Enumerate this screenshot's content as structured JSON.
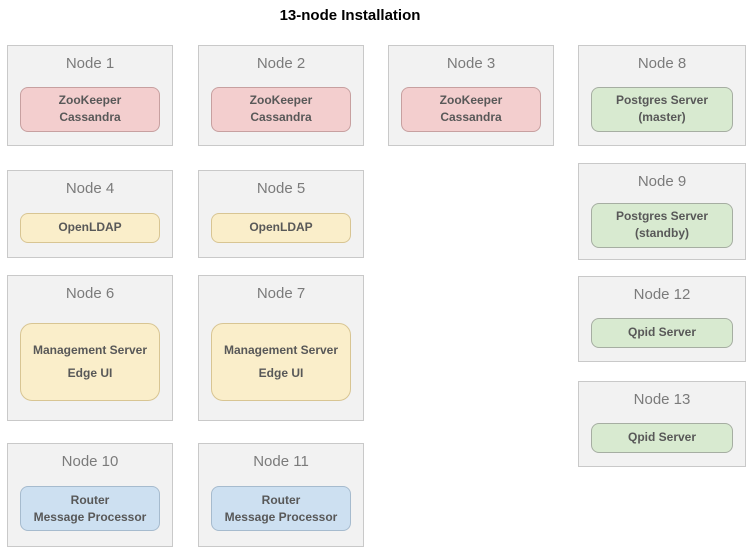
{
  "title": "13-node Installation",
  "palette": {
    "pink": {
      "bg": "#f3cece",
      "border": "#c7a0a0"
    },
    "yellow": {
      "bg": "#faeeca",
      "border": "#d8c593"
    },
    "green": {
      "bg": "#d8ead0",
      "border": "#a6aea2"
    },
    "blue": {
      "bg": "#cde0f1",
      "border": "#a6bbce"
    }
  },
  "nodes": [
    {
      "label": "Node 1",
      "lines": [
        "ZooKeeper",
        "Cassandra"
      ]
    },
    {
      "label": "Node 2",
      "lines": [
        "ZooKeeper",
        "Cassandra"
      ]
    },
    {
      "label": "Node 3",
      "lines": [
        "ZooKeeper",
        "Cassandra"
      ]
    },
    {
      "label": "Node 4",
      "lines": [
        "OpenLDAP"
      ]
    },
    {
      "label": "Node 5",
      "lines": [
        "OpenLDAP"
      ]
    },
    {
      "label": "Node 6",
      "lines": [
        "Management Server",
        "Edge UI"
      ]
    },
    {
      "label": "Node 7",
      "lines": [
        "Management Server",
        "Edge UI"
      ]
    },
    {
      "label": "Node 8",
      "lines": [
        "Postgres Server",
        "(master)"
      ]
    },
    {
      "label": "Node 9",
      "lines": [
        "Postgres Server",
        "(standby)"
      ]
    },
    {
      "label": "Node 10",
      "lines": [
        "Router",
        "Message Processor"
      ]
    },
    {
      "label": "Node 11",
      "lines": [
        "Router",
        "Message Processor"
      ]
    },
    {
      "label": "Node 12",
      "lines": [
        "Qpid Server"
      ]
    },
    {
      "label": "Node 13",
      "lines": [
        "Qpid Server"
      ]
    }
  ]
}
